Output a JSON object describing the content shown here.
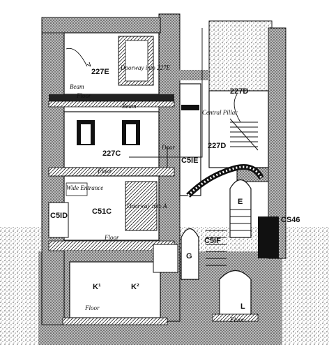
{
  "labels": {
    "room_227e": "227E",
    "doorway_into_227e": "Doorway into 227E",
    "beam": "Beam",
    "floor_1": "Floor",
    "beam_2": "Beam",
    "room_227d": "227D",
    "central_pillar": "Central Pillar",
    "room_227d_lower": "227D",
    "door": "Door",
    "room_227c": "227C",
    "room_c5ie": "C5IE",
    "floor_2": "Floor",
    "wide_entrance": "Wide Entrance",
    "room_c5id": "C5ID",
    "room_c51c": "C51C",
    "doorway_into_a": "Doorway into A",
    "room_e": "E",
    "room_cs46": "CS46",
    "floor_3": "Floor",
    "room_c5if": "C5IF",
    "room_g": "G",
    "room_k1": "K¹",
    "room_k2": "K²",
    "floor_4": "Floor",
    "room_l": "L",
    "floor_5": "Floor"
  }
}
